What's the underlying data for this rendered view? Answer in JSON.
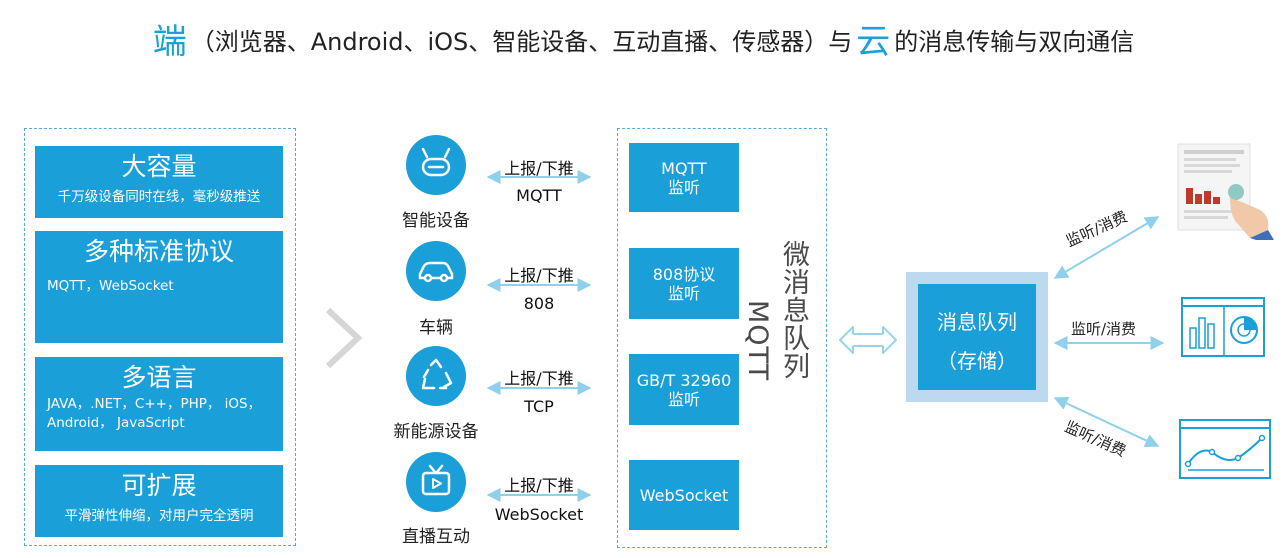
{
  "title": {
    "char_end": "端",
    "text_mid": "（浏览器、Android、iOS、智能设备、互动直播、传感器）与",
    "char_cloud": "云",
    "text_tail": "的消息传输与双向通信"
  },
  "features": [
    {
      "title": "大容量",
      "desc": "千万级设备同时在线，毫秒级推送"
    },
    {
      "title": "多种标准协议",
      "desc": "MQTT，WebSocket"
    },
    {
      "title": "多语言",
      "desc": "JAVA，.NET，C++，PHP， iOS，Android， JavaScript"
    },
    {
      "title": "可扩展",
      "desc": "平滑弹性伸缩，对用户完全透明"
    }
  ],
  "devices": [
    {
      "label": "智能设备",
      "icon": "robot-icon",
      "link_top": "上报/下推",
      "link_bottom": "MQTT",
      "listener": "MQTT 监听"
    },
    {
      "label": "车辆",
      "icon": "car-icon",
      "link_top": "上报/下推",
      "link_bottom": "808",
      "listener": "808协议 监听"
    },
    {
      "label": "新能源设备",
      "icon": "recycle-icon",
      "link_top": "上报/下推",
      "link_bottom": "TCP",
      "listener": "GB/T 32960 监听"
    },
    {
      "label": "直播互动",
      "icon": "tv-icon",
      "link_top": "上报/下推",
      "link_bottom": "WebSocket",
      "listener": "WebSocket"
    }
  ],
  "listeners": {
    "l1a": "MQTT",
    "l1b": "监听",
    "l2a": "808协议",
    "l2b": "监听",
    "l3a": "GB/T 32960",
    "l3b": "监听",
    "l4a": "WebSocket"
  },
  "mq": {
    "line1": "微消息队列",
    "line2": "MQTT"
  },
  "queue": {
    "line1": "消息队列",
    "line2": "（存储）"
  },
  "consumers": [
    {
      "label": "监听/消费",
      "icon": "report-touch-icon"
    },
    {
      "label": "监听/消费",
      "icon": "dashboard-icon"
    },
    {
      "label": "监听/消费",
      "icon": "line-chart-icon"
    }
  ],
  "colors": {
    "accent": "#1a9fd9",
    "arrow": "#8fd0ea",
    "queue_border": "#bcd9ef"
  }
}
